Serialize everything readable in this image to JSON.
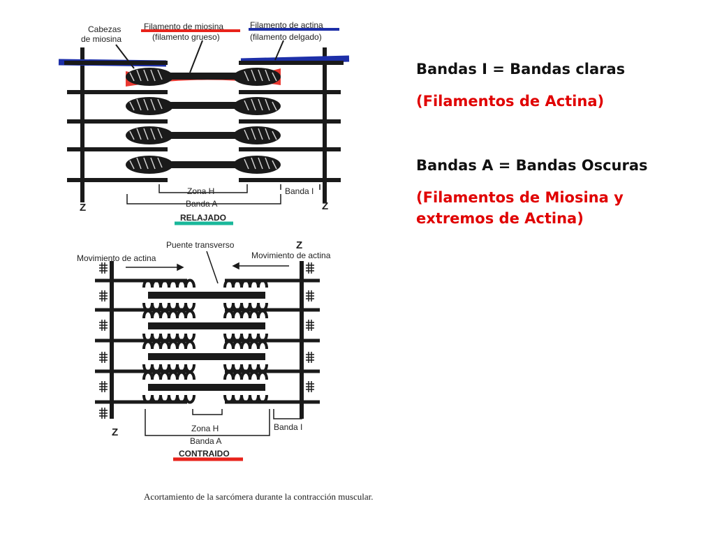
{
  "relaxed": {
    "label_myosin_heads": [
      "Cabezas",
      "de miosina"
    ],
    "label_myosin_filament": [
      "Filamento de miosina",
      "(filamento grueso)"
    ],
    "label_actin_filament": [
      "Filamento de actina",
      "(filamento delgado)"
    ],
    "label_z_left": "Z",
    "label_z_right": "Z",
    "label_zone_h": "Zona H",
    "label_band_i": "Banda I",
    "label_band_a": "Banda A",
    "state_label": "RELAJADO",
    "colors": {
      "myosin_highlight": "#e8231b",
      "actin_highlight": "#1d2fa8",
      "state_underline": "#19b79a"
    }
  },
  "contracted": {
    "label_actin_movement_left": "Movimiento de actina",
    "label_actin_movement_right": "Movimiento de actina",
    "label_cross_bridge": "Puente transverso",
    "label_z_top": "Z",
    "label_z_left": "Z",
    "label_zone_h": "Zona H",
    "label_band_i": "Banda I",
    "label_band_a": "Banda A",
    "state_label": "CONTRAIDO",
    "colors": {
      "state_underline": "#e8231b"
    }
  },
  "caption": "Acortamiento de la sarcómera durante la contracción muscular.",
  "notes": {
    "line1": "Bandas I = Bandas claras",
    "line2": "(Filamentos de Actina)",
    "line3": "Bandas A = Bandas Oscuras",
    "line4": "(Filamentos de Miosina y",
    "line5": "extremos de Actina)"
  }
}
